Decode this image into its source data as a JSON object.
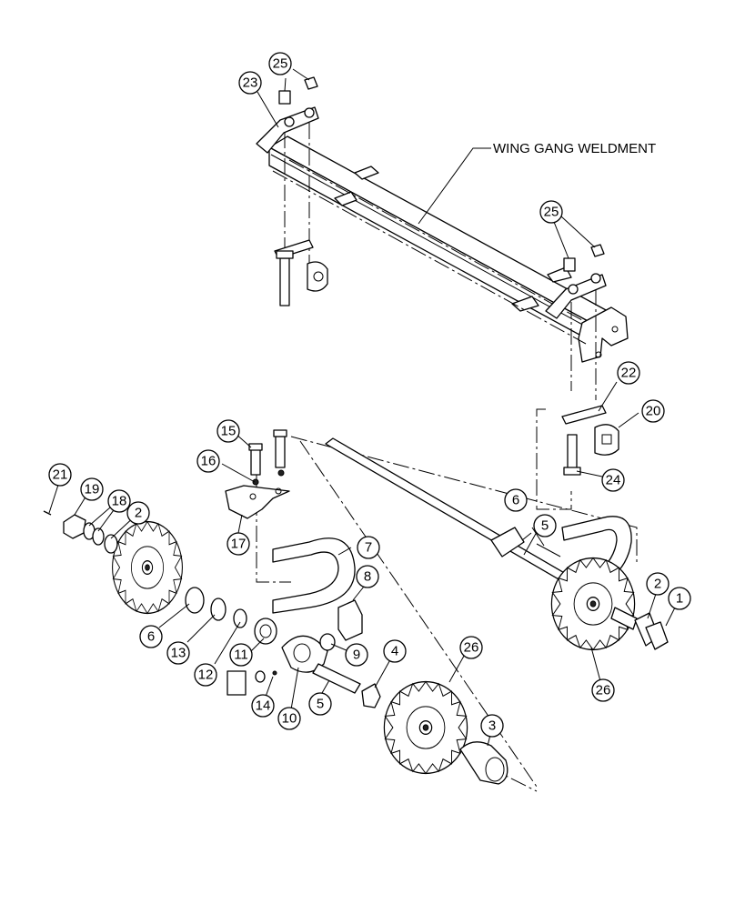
{
  "title_label": "WING GANG WELDMENT",
  "callouts": [
    {
      "id": "c1",
      "num": "1"
    },
    {
      "id": "c2a",
      "num": "2"
    },
    {
      "id": "c2b",
      "num": "2"
    },
    {
      "id": "c3",
      "num": "3"
    },
    {
      "id": "c4",
      "num": "4"
    },
    {
      "id": "c5a",
      "num": "5"
    },
    {
      "id": "c5b",
      "num": "5"
    },
    {
      "id": "c6a",
      "num": "6"
    },
    {
      "id": "c6b",
      "num": "6"
    },
    {
      "id": "c7",
      "num": "7"
    },
    {
      "id": "c8",
      "num": "8"
    },
    {
      "id": "c9",
      "num": "9"
    },
    {
      "id": "c10",
      "num": "10"
    },
    {
      "id": "c11",
      "num": "11"
    },
    {
      "id": "c12",
      "num": "12"
    },
    {
      "id": "c13",
      "num": "13"
    },
    {
      "id": "c14",
      "num": "14"
    },
    {
      "id": "c15",
      "num": "15"
    },
    {
      "id": "c16",
      "num": "16"
    },
    {
      "id": "c17",
      "num": "17"
    },
    {
      "id": "c18",
      "num": "18"
    },
    {
      "id": "c19",
      "num": "19"
    },
    {
      "id": "c20",
      "num": "20"
    },
    {
      "id": "c21",
      "num": "21"
    },
    {
      "id": "c22",
      "num": "22"
    },
    {
      "id": "c23",
      "num": "23"
    },
    {
      "id": "c24",
      "num": "24"
    },
    {
      "id": "c25a",
      "num": "25"
    },
    {
      "id": "c25b",
      "num": "25"
    },
    {
      "id": "c26a",
      "num": "26"
    },
    {
      "id": "c26b",
      "num": "26"
    }
  ]
}
